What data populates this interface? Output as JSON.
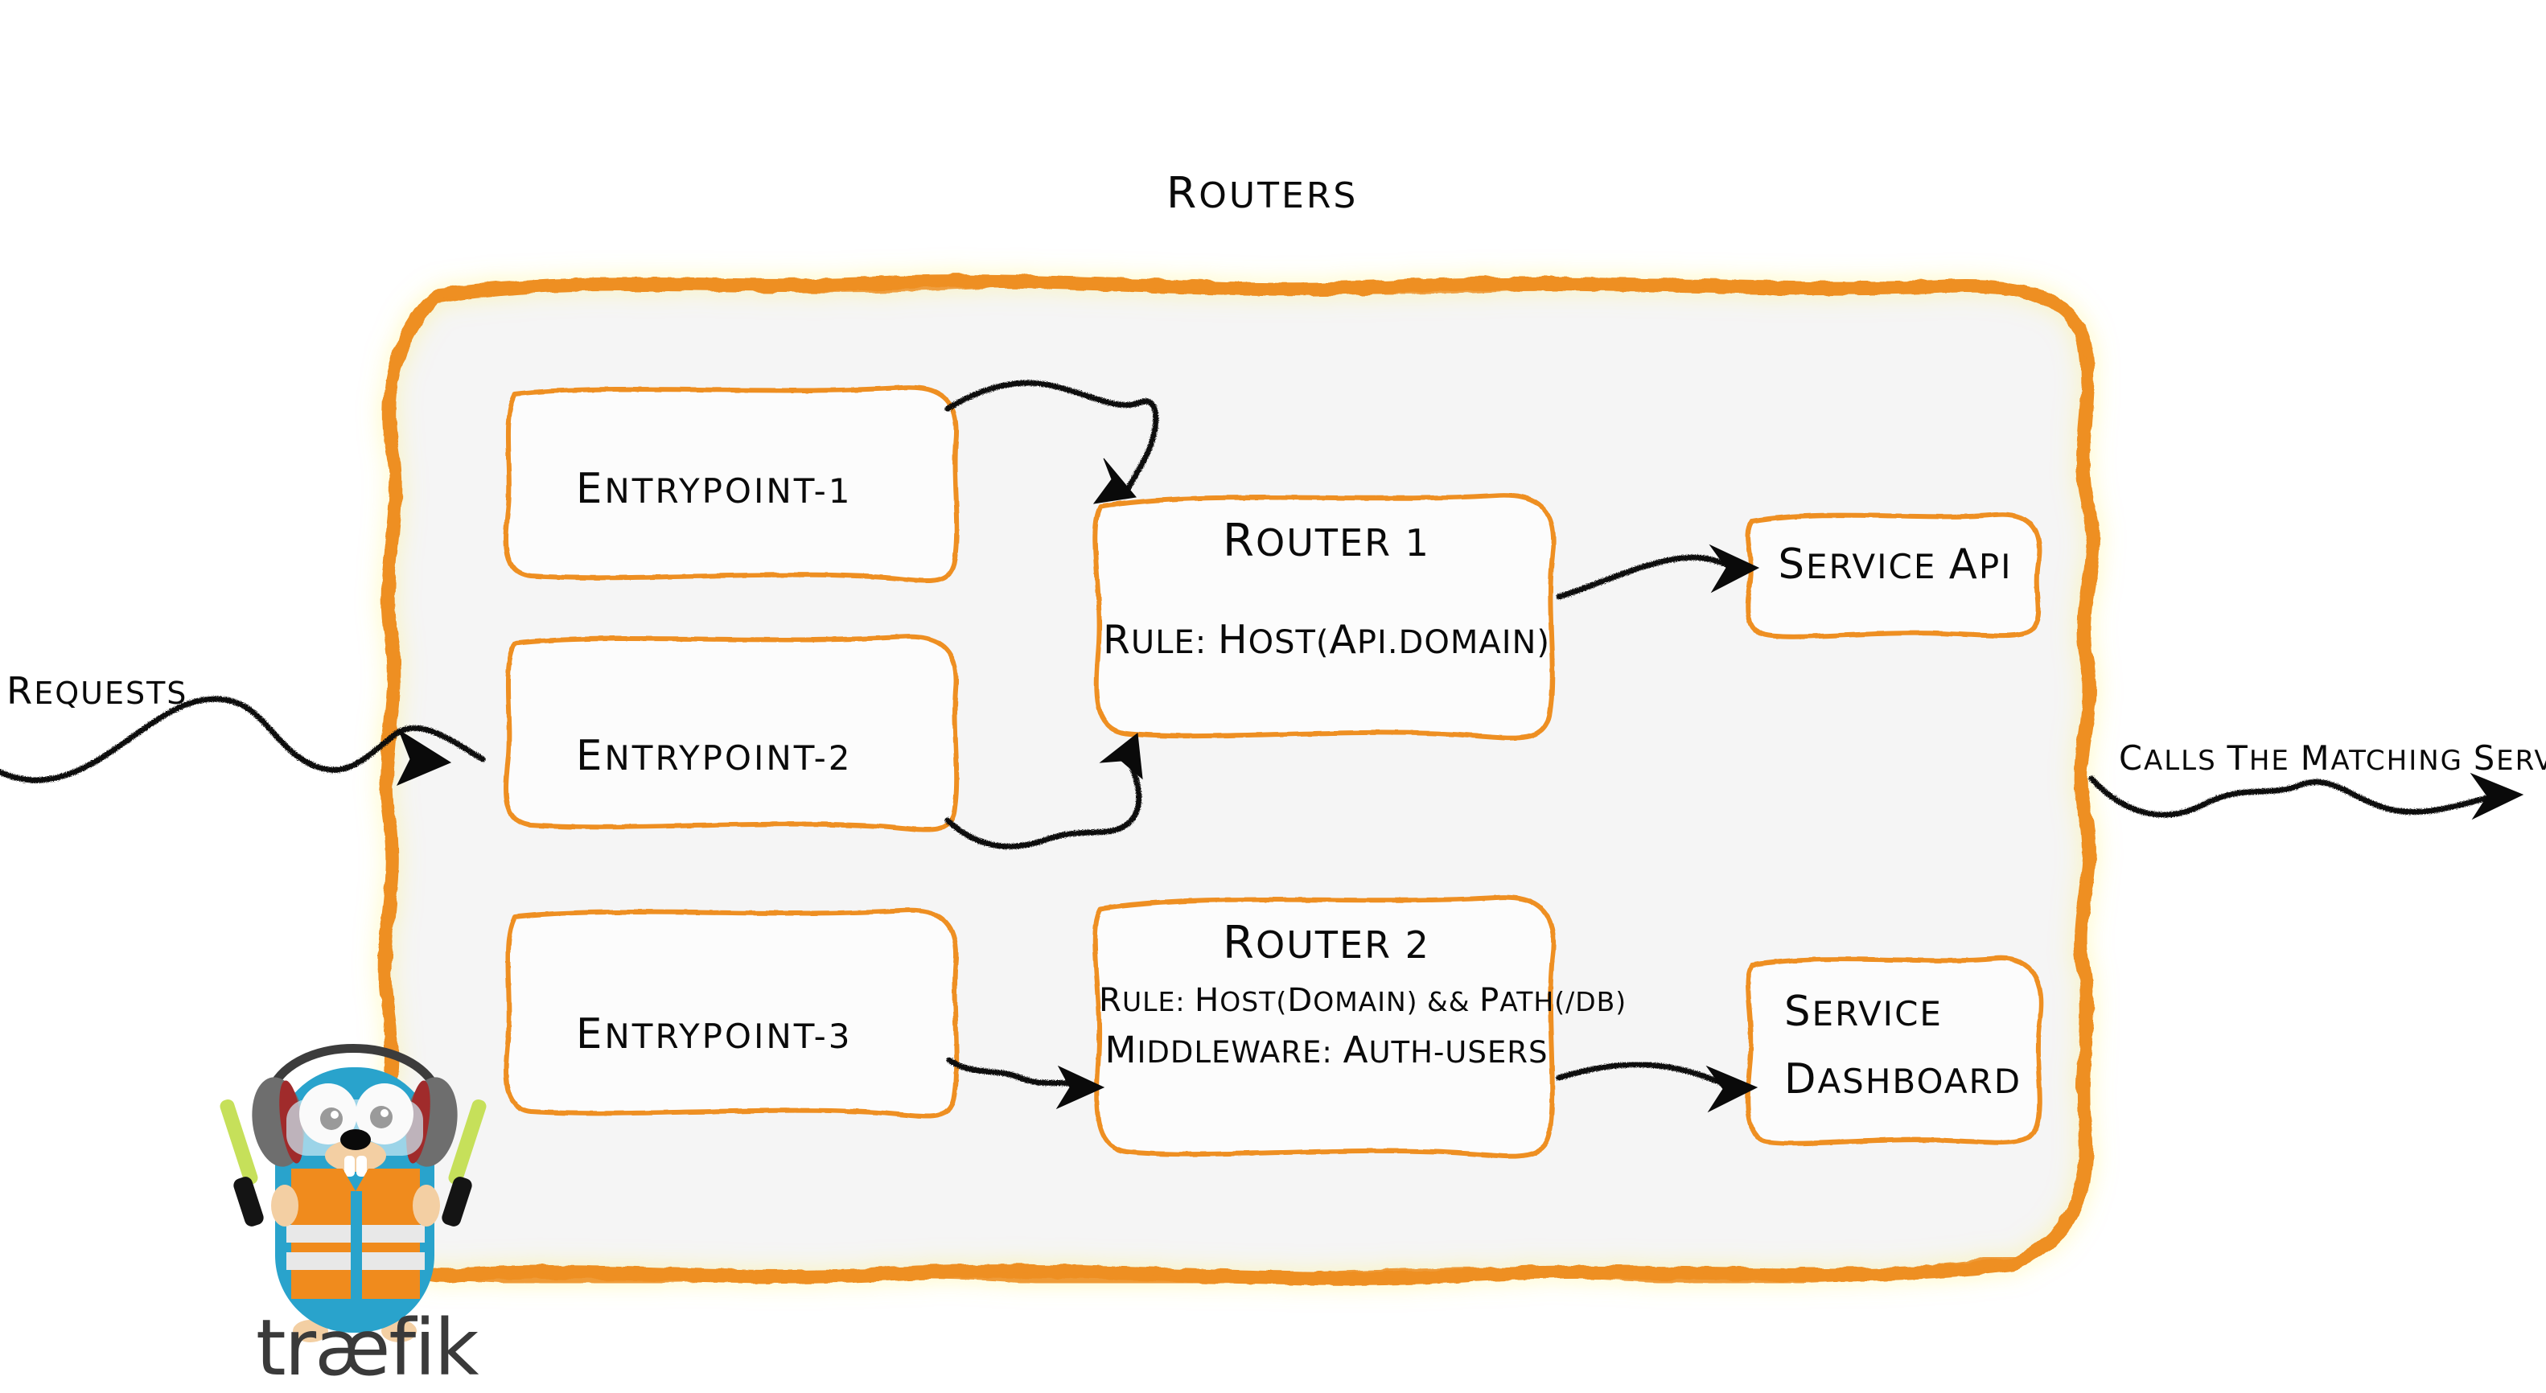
{
  "diagram": {
    "title": "Routers",
    "accent_color": "#EE8F24",
    "panel_fill": "#F5F5F5",
    "box_fill": "#FCFCFC",
    "ink_color": "#0A0A0A"
  },
  "left_flow": {
    "label": "Requests",
    "arrow": "squiggle-arrow-right"
  },
  "right_flow": {
    "label": "Calls the matching server",
    "arrow": "squiggle-arrow-right"
  },
  "entrypoints": [
    {
      "label": "entrypoint-1"
    },
    {
      "label": "entrypoint-2"
    },
    {
      "label": "entrypoint-3"
    }
  ],
  "routers": [
    {
      "name": "Router 1",
      "lines": [
        "rule: Host(api.domain)"
      ]
    },
    {
      "name": "Router 2",
      "lines": [
        "rule: Host(domain) && Path(/db)",
        "Middleware: auth-users"
      ]
    }
  ],
  "services": [
    {
      "lines": [
        "Service API"
      ]
    },
    {
      "lines": [
        "Service",
        "Dashboard"
      ]
    }
  ],
  "connections": [
    {
      "from": "entrypoint-1",
      "to": "Router 1"
    },
    {
      "from": "entrypoint-2",
      "to": "Router 1"
    },
    {
      "from": "entrypoint-3",
      "to": "Router 2"
    },
    {
      "from": "Router 1",
      "to": "Service API"
    },
    {
      "from": "Router 2",
      "to": "Service Dashboard"
    }
  ],
  "logo": {
    "wordmark": "træfik",
    "mascot": "traefik-gopher",
    "colors": {
      "body": "#29A3CC",
      "vest": "#F08B1D",
      "stripe": "#E8E8E8",
      "baton": "#C6E05A",
      "headphone": "#6E6E6E",
      "headphone_trim": "#A02B2B",
      "goggles": "#C9E8F2",
      "snout": "#F3CFA3",
      "text_dark": "#3A3A3A",
      "text_blue": "#29A3CC"
    }
  }
}
